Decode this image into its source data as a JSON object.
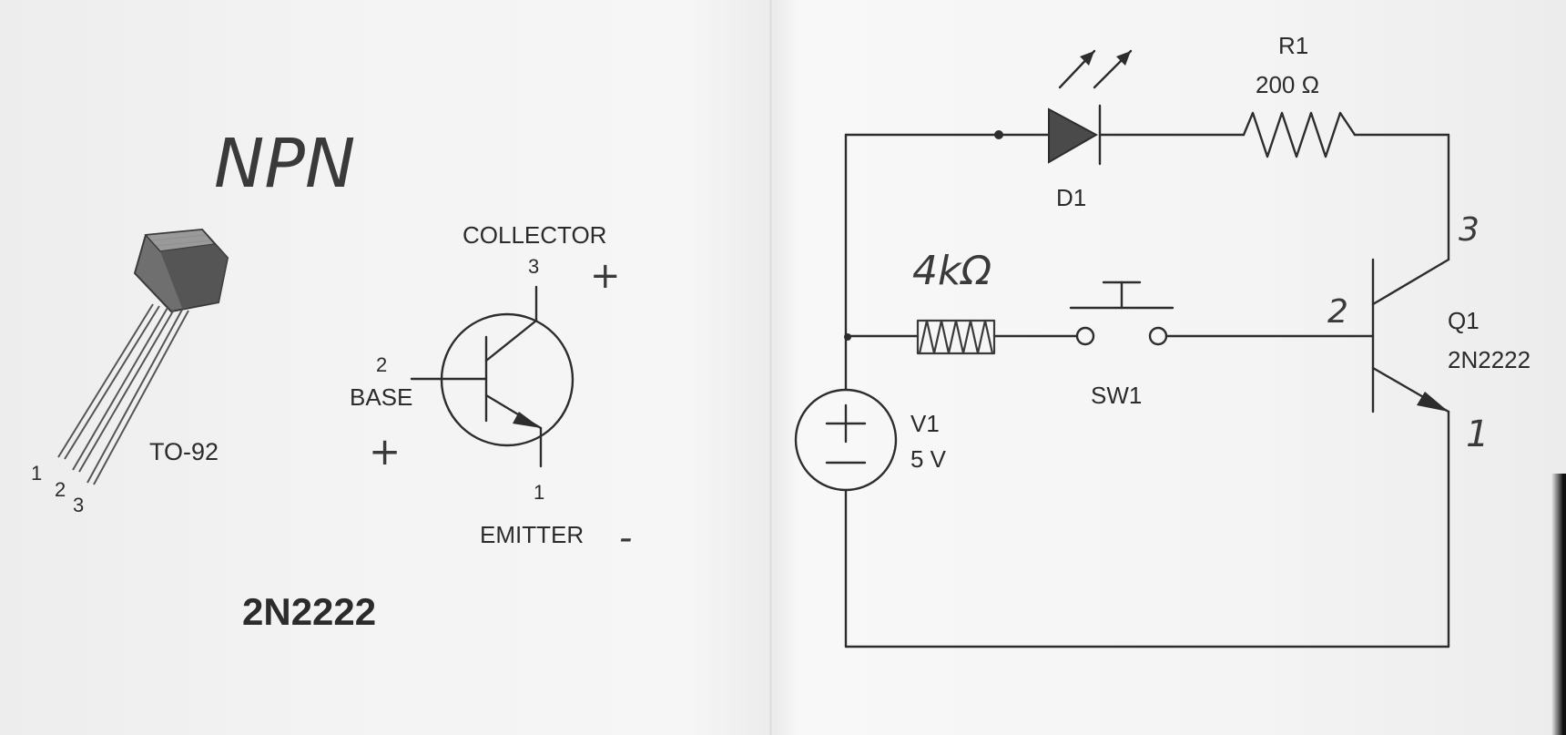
{
  "left": {
    "handwritten_title": "NPN",
    "package_label": "TO-92",
    "pin_numbers": [
      "1",
      "2",
      "3"
    ],
    "part_number": "2N2222",
    "symbol": {
      "collector_label": "COLLECTOR",
      "collector_pin": "3",
      "base_pin": "2",
      "base_label": "BASE",
      "emitter_pin": "1",
      "emitter_label": "EMITTER",
      "collector_mark": "+",
      "base_mark": "+",
      "emitter_mark": "-"
    }
  },
  "circuit": {
    "led": {
      "ref": "D1"
    },
    "resistor": {
      "ref": "R1",
      "value": "200 Ω"
    },
    "source": {
      "ref": "V1",
      "value": "5 V"
    },
    "switch": {
      "ref": "SW1"
    },
    "transistor": {
      "ref": "Q1",
      "part": "2N2222"
    },
    "handwritten": {
      "base_resistor_value": "4kΩ",
      "collector_pin": "3",
      "base_pin": "2",
      "emitter_pin": "1"
    }
  }
}
